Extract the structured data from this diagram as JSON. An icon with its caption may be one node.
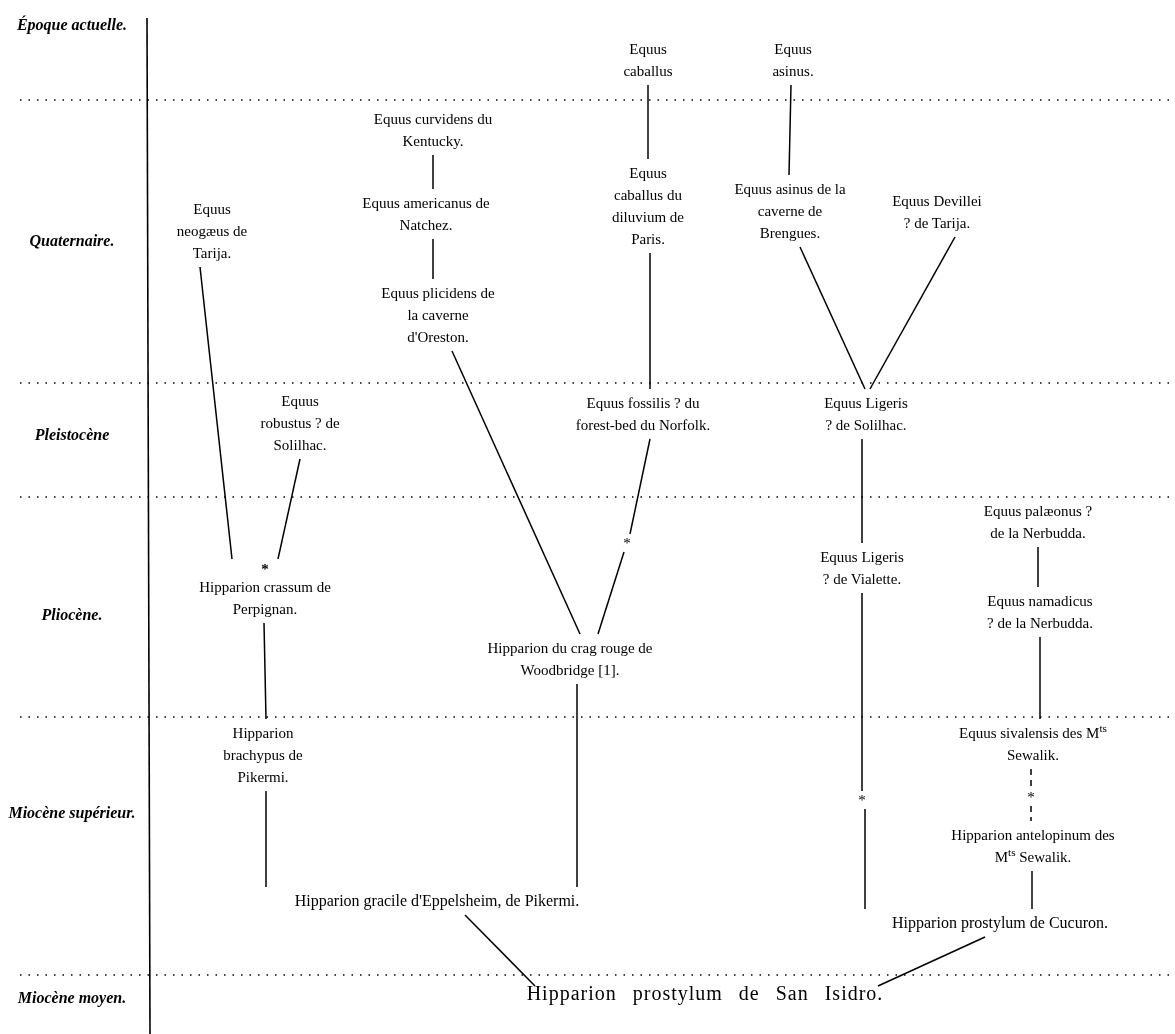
{
  "diagram": {
    "nodes": [
      {
        "text": [
          "Equus caballus"
        ]
      },
      {
        "text": [
          "Equus asinus."
        ]
      },
      {
        "text": [
          "Equus curvidens du Kentucky."
        ]
      },
      {
        "text": [
          "Equus americanus de Natchez."
        ]
      },
      {
        "text": [
          "Equus plicidens de la caverne d'Oreston."
        ]
      },
      {
        "text": [
          "Equus neogæus de Tarija."
        ]
      },
      {
        "text": [
          "Equus caballus du diluvium de Paris."
        ]
      },
      {
        "text": [
          "Equus asinus de la caverne de Brengues."
        ]
      },
      {
        "text": [
          "Equus Devillei ? de Tarija."
        ]
      },
      {
        "text": [
          "Equus robustus ? de Solilhac."
        ]
      },
      {
        "text": [
          "Equus fossilis ? du forest-bed du Norfolk."
        ]
      },
      {
        "text": [
          "Equus Ligeris ? de Solilhac."
        ]
      },
      {
        "text": [
          "*"
        ]
      },
      {
        "text": [
          "*",
          "Hipparion crassum de Perpignan."
        ]
      },
      {
        "text": [
          "Hipparion du crag rouge de Woodbridge [1]."
        ]
      },
      {
        "text": [
          "Equus Ligeris ? de Vialette."
        ]
      },
      {
        "text": [
          "Equus palæonus ? de la Nerbudda."
        ]
      },
      {
        "text": [
          "Equus namadicus ? de la Nerbudda."
        ]
      },
      {
        "text": [
          "Hipparion brachypus de Pikermi."
        ]
      },
      {
        "text": [
          "Equus sivalensis des M$^{ts}$ Sewalik."
        ]
      },
      {
        "text": [
          "*"
        ]
      },
      {
        "text": [
          "*"
        ]
      },
      {
        "text": [
          "Hipparion antelopinum des M$^{ts}$ Sewalik."
        ]
      },
      {
        "text": [
          "Hipparion gracile d'Eppelsheim, de Pikermi."
        ]
      },
      {
        "text": [
          "Hipparion prostylum de Cucuron."
        ]
      },
      {
        "text": [
          "Hipparion prostylum de San Isidro."
        ]
      }
    ],
    "edges": [
      {
        "from": 0,
        "to": 6,
        "arrow": "none"
      },
      {
        "from": 1,
        "to": 7,
        "arrow": "none"
      },
      {
        "from": 2,
        "to": 3,
        "arrow": "none"
      },
      {
        "from": 3,
        "to": 4,
        "arrow": "none"
      },
      {
        "from": 4,
        "to": 14,
        "arrow": "none"
      },
      {
        "from": 5,
        "to": 13,
        "arrow": "none"
      },
      {
        "from": 9,
        "to": 13,
        "arrow": "none"
      },
      {
        "from": 6,
        "to": 10,
        "arrow": "none"
      },
      {
        "from": 10,
        "to": 12,
        "arrow": "none"
      },
      {
        "from": 12,
        "to": 14,
        "arrow": "none"
      },
      {
        "from": 7,
        "to": 11,
        "arrow": "none"
      },
      {
        "from": 8,
        "to": 11,
        "arrow": "none"
      },
      {
        "from": 11,
        "to": 15,
        "arrow": "none"
      },
      {
        "from": 15,
        "to": 20,
        "arrow": "none"
      },
      {
        "from": 20,
        "to": 24,
        "arrow": "none"
      },
      {
        "from": 16,
        "to": 17,
        "arrow": "none"
      },
      {
        "from": 17,
        "to": 19,
        "arrow": "none"
      },
      {
        "from": 19,
        "to": 21,
        "arrow": "none",
        "style": "dashed"
      },
      {
        "from": 21,
        "to": 22,
        "arrow": "none",
        "style": "dashed"
      },
      {
        "from": 22,
        "to": 24,
        "arrow": "none"
      },
      {
        "from": 13,
        "to": 18,
        "arrow": "none"
      },
      {
        "from": 18,
        "to": 23,
        "arrow": "none"
      },
      {
        "from": 14,
        "to": 23,
        "arrow": "none"
      },
      {
        "from": 23,
        "to": 25,
        "arrow": "none"
      },
      {
        "from": 24,
        "to": 25,
        "arrow": "none"
      }
    ],
    "labels": [
      "Époque actuelle.",
      "Quaternaire.",
      "Pleistocène",
      "Pliocène.",
      "Miocène supérieur.",
      "Miocène moyen."
    ]
  }
}
